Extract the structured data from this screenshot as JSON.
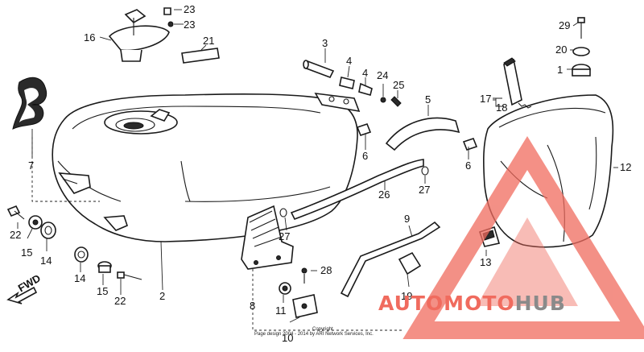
{
  "diagram": {
    "callouts": {
      "c1": "1",
      "c2": "2",
      "c3": "3",
      "c4a": "4",
      "c4b": "4",
      "c5": "5",
      "c6a": "6",
      "c6b": "6",
      "c7": "7",
      "c8": "8",
      "c9": "9",
      "c10": "10",
      "c11": "11",
      "c12": "12",
      "c13": "13",
      "c14a": "14",
      "c14b": "14",
      "c15a": "15",
      "c15b": "15",
      "c16": "16",
      "c17": "17",
      "c18": "18",
      "c19": "19",
      "c20": "20",
      "c21": "21",
      "c22a": "22",
      "c22b": "22",
      "c23a": "23",
      "c23b": "23",
      "c24": "24",
      "c25": "25",
      "c26": "26",
      "c27a": "27",
      "c27b": "27",
      "c28": "28",
      "c29": "29"
    },
    "fwd_label": "FWD",
    "copyright_line1": "Copyright",
    "copyright_line2": "Page design 2004 - 2014 by ARI Network Services, Inc."
  },
  "watermark": {
    "brand_part1": "AUTOMOTO",
    "brand_part2": "HUB",
    "color_primary": "#f06b5e",
    "color_secondary": "#8a8a8a"
  }
}
